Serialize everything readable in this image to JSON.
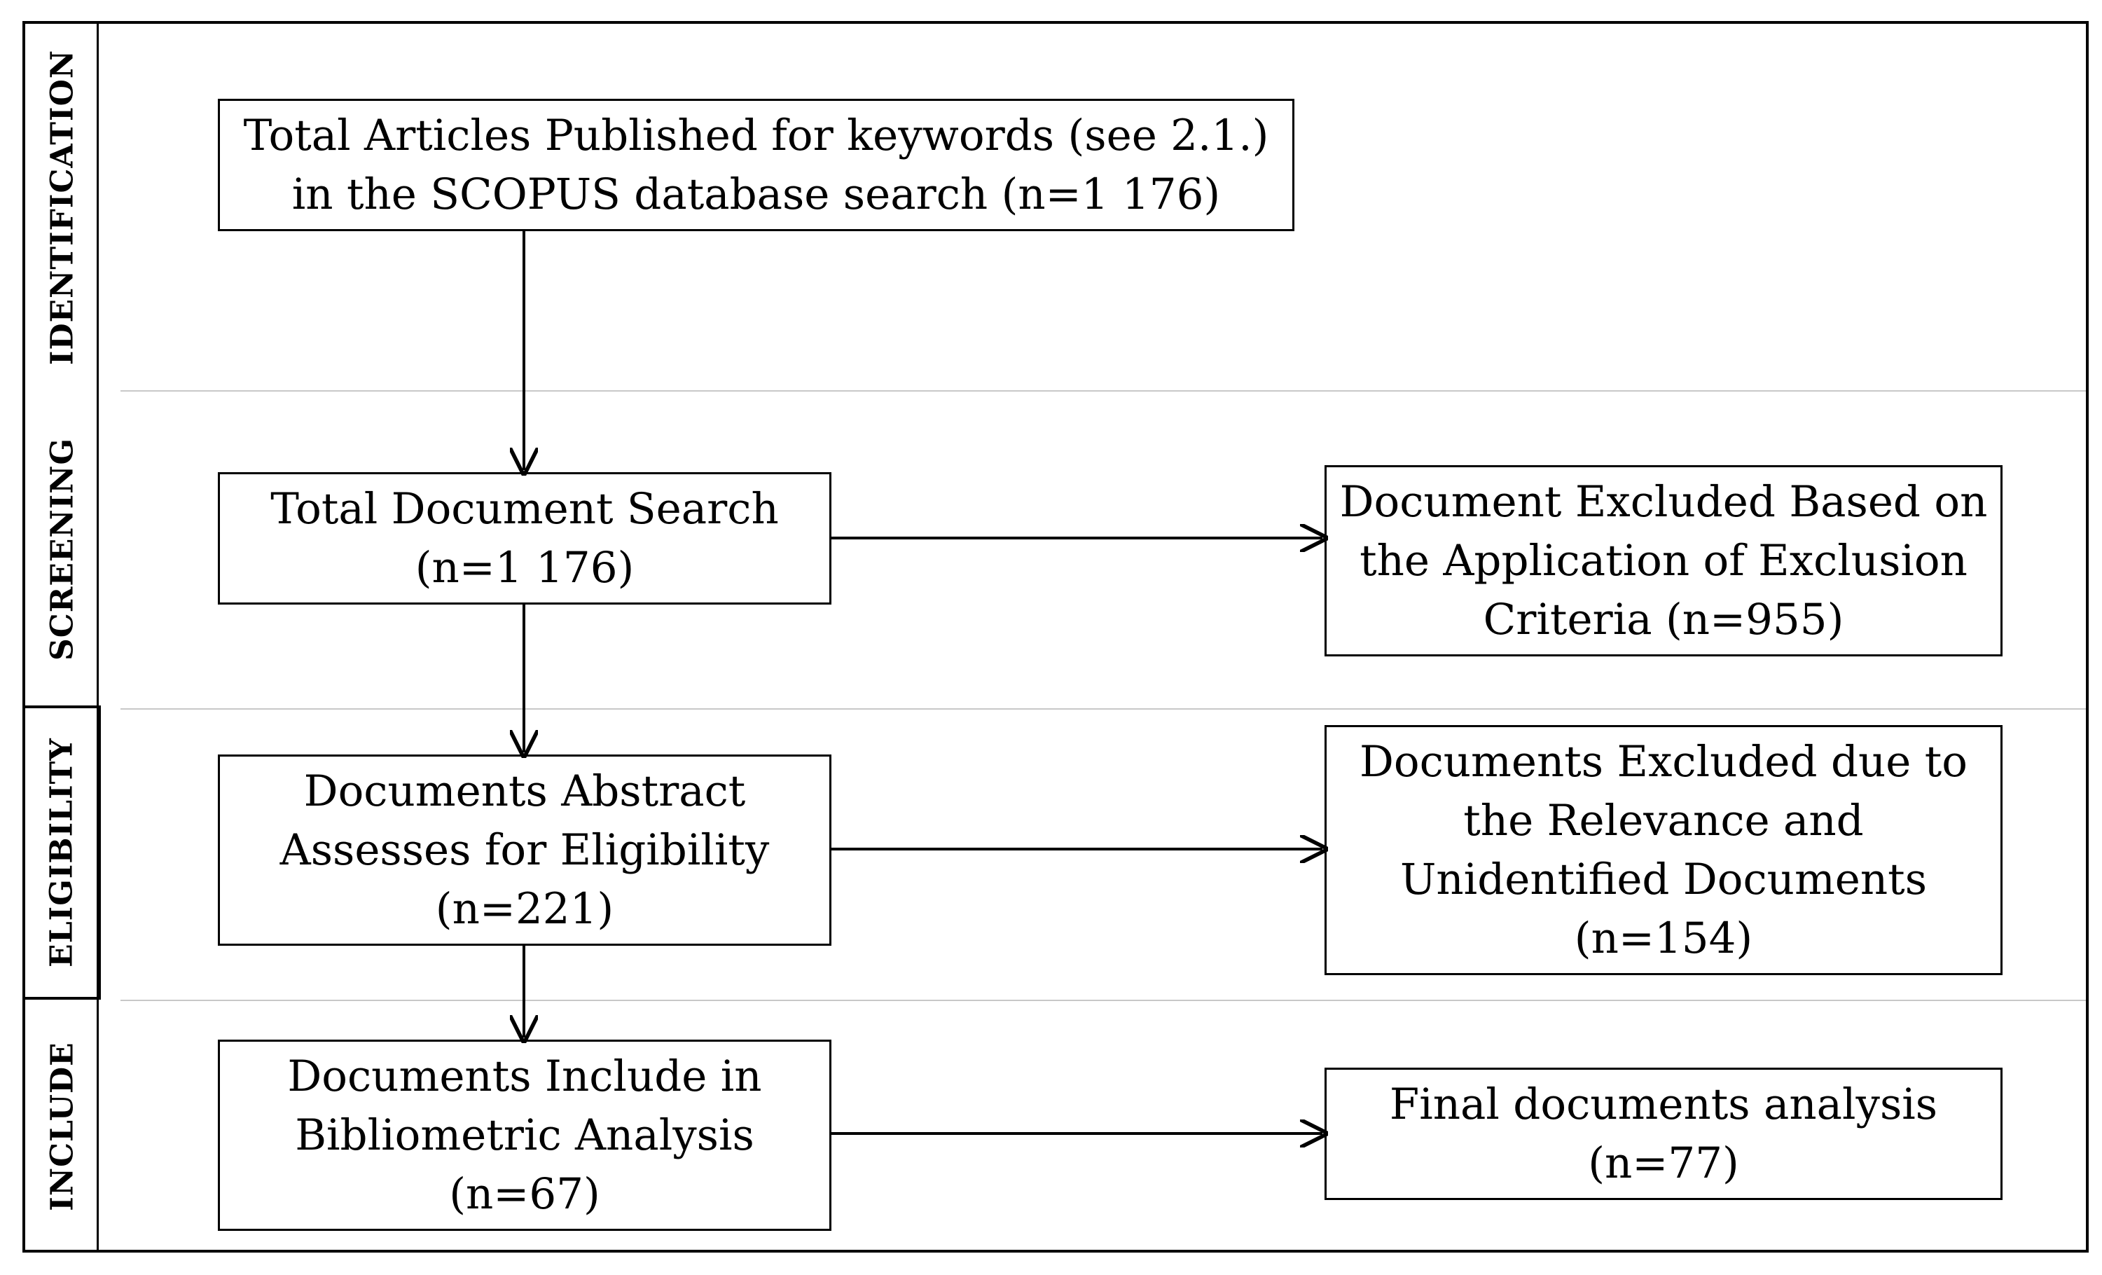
{
  "stages": {
    "identification": "IDENTIFICATION",
    "screening": "SCREENING",
    "eligibility": "ELIGIBILITY",
    "include": "INCLUDE"
  },
  "boxes": {
    "total_articles": [
      "Total Articles Published for keywords (see 2.1.)",
      "in the SCOPUS database search (n=1 176)"
    ],
    "total_document_search": [
      "Total Document Search",
      "(n=1 176)"
    ],
    "excluded_exclusion_criteria": [
      "Document Excluded Based on",
      "the Application of Exclusion",
      "Criteria (n=955)"
    ],
    "abstract_eligibility": [
      "Documents Abstract",
      "Assesses for Eligibility",
      "(n=221)"
    ],
    "excluded_relevance": [
      "Documents Excluded due to",
      "the Relevance and",
      "Unidentified Documents",
      "(n=154)"
    ],
    "include_bibliometric": [
      "Documents Include in",
      "Bibliometric Analysis",
      "(n=67)"
    ],
    "final_analysis": [
      "Final documents analysis",
      "(n=77)"
    ]
  }
}
